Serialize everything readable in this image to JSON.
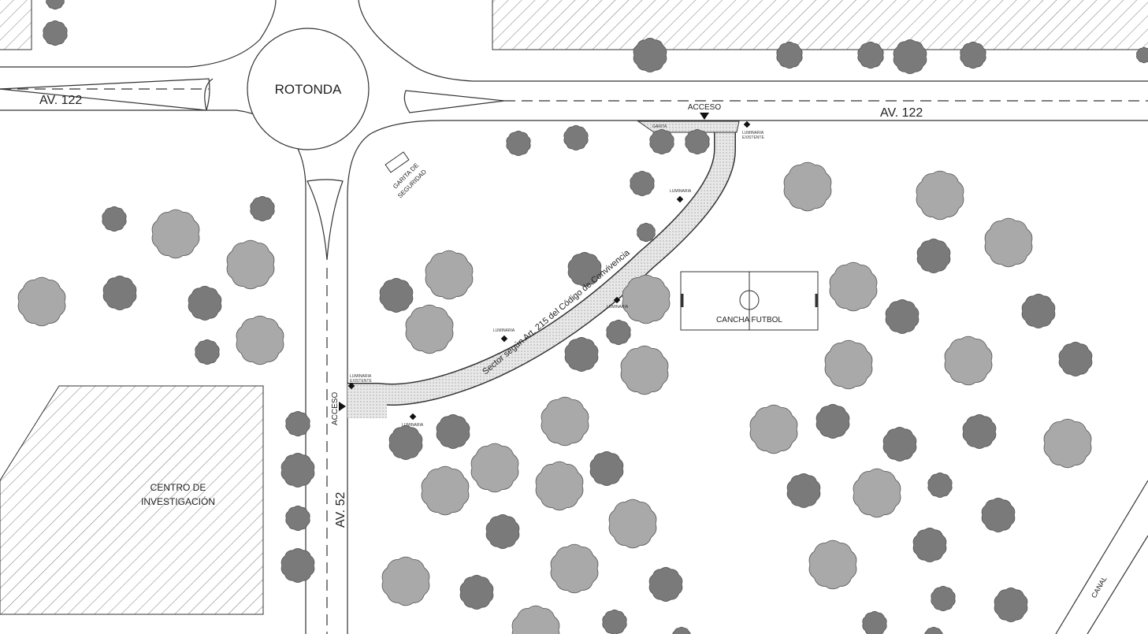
{
  "labels": {
    "rotonda": "ROTONDA",
    "av122_left": "AV. 122",
    "av122_right": "AV. 122",
    "av52": "AV. 52",
    "acceso_top": "ACCESO",
    "acceso_left": "ACCESO",
    "garita_1": "GARITA DE",
    "garita_2": "SEGURIDAD",
    "sector": "Sector según Art. 215 del Código de Convivencia",
    "cancha": "CANCHA FUTBOL",
    "centro_1": "CENTRO DE",
    "centro_2": "INVESTIGACIÓN",
    "canal": "CANAL",
    "luminaria": "LUMINARIA",
    "luminaria_existente_1": "LUMINARIA",
    "luminaria_existente_2": "EXISTENTE",
    "garita_small": "GARITA"
  },
  "colors": {
    "line": "#333333",
    "tree_light": "#a9a9a9",
    "tree_dark": "#7a7a7a",
    "path_fill": "#e4e4e4"
  }
}
